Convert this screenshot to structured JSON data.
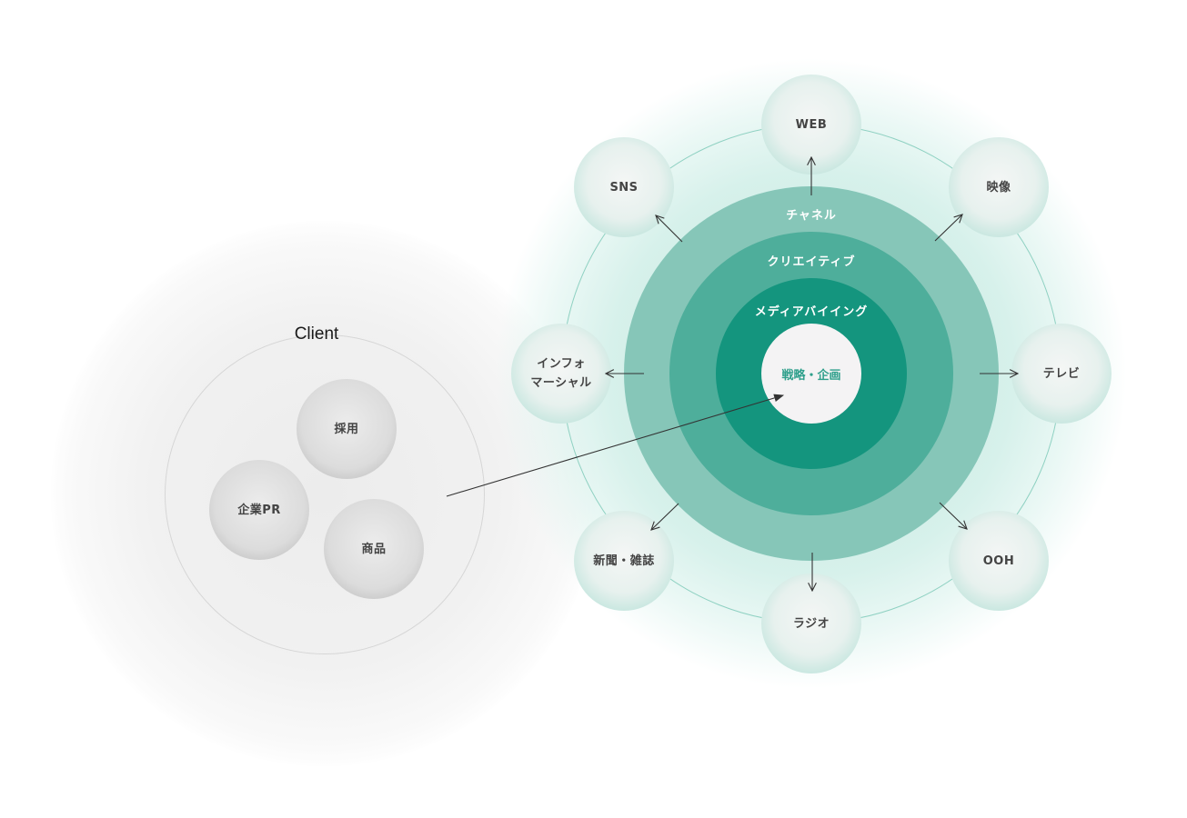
{
  "client": {
    "title": "Client",
    "items": [
      "採用",
      "企業PR",
      "商品"
    ]
  },
  "core": {
    "center": "戦略・企画",
    "rings": [
      "メディアバイイング",
      "クリエイティブ",
      "チャネル"
    ]
  },
  "channels": {
    "web": "WEB",
    "video": "映像",
    "tv": "テレビ",
    "ooh": "OOH",
    "radio": "ラジオ",
    "print": "新聞・雑誌",
    "infomercial_1": "インフォ",
    "infomercial_2": "マーシャル",
    "sns": "SNS"
  },
  "colors": {
    "ring_outer": "#86c6b8",
    "ring_middle": "#4eae9b",
    "ring_inner": "#14957e",
    "center": "#f4f3f4",
    "orbit": "#8fd1c2"
  }
}
